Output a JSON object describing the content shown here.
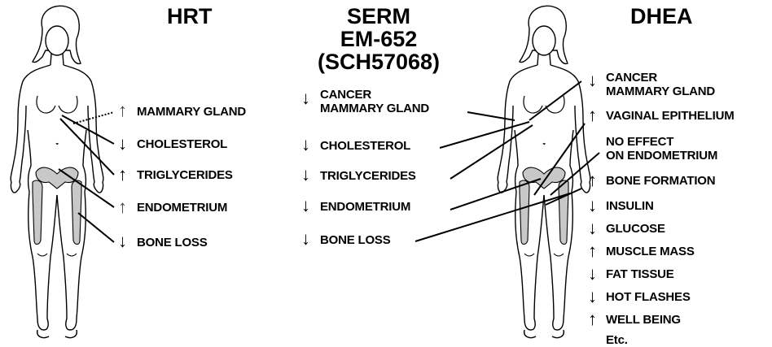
{
  "columns": {
    "hrt": {
      "title": "HRT",
      "effects": [
        {
          "arrow": "↑",
          "dotted": true,
          "text": "MAMMARY GLAND"
        },
        {
          "arrow": "↓",
          "dotted": false,
          "text": "CHOLESTEROL"
        },
        {
          "arrow": "↑",
          "dotted": false,
          "text": "TRIGLYCERIDES"
        },
        {
          "arrow": "↑",
          "dotted": true,
          "text": "ENDOMETRIUM"
        },
        {
          "arrow": "↓",
          "dotted": false,
          "text": "BONE LOSS"
        }
      ]
    },
    "serm": {
      "title_lines": [
        "SERM",
        "EM-652",
        "(SCH57068)"
      ],
      "effects": [
        {
          "arrow": "↓",
          "text": "CANCER\nMAMMARY GLAND"
        },
        {
          "arrow": "↓",
          "text": "CHOLESTEROL"
        },
        {
          "arrow": "↓",
          "text": "TRIGLYCERIDES"
        },
        {
          "arrow": "↓",
          "text": "ENDOMETRIUM"
        },
        {
          "arrow": "↓",
          "text": "BONE LOSS"
        }
      ]
    },
    "dhea": {
      "title": "DHEA",
      "effects": [
        {
          "arrow": "↓",
          "text": "CANCER\nMAMMARY GLAND"
        },
        {
          "arrow": "↑",
          "text": "VAGINAL EPITHELIUM"
        },
        {
          "arrow": "",
          "text": "NO EFFECT\nON ENDOMETRIUM"
        },
        {
          "arrow": "↑",
          "text": "BONE FORMATION"
        },
        {
          "arrow": "↓",
          "text": "INSULIN"
        },
        {
          "arrow": "↓",
          "text": "GLUCOSE"
        },
        {
          "arrow": "↑",
          "text": "MUSCLE MASS"
        },
        {
          "arrow": "↓",
          "text": "FAT TISSUE"
        },
        {
          "arrow": "↓",
          "text": "HOT FLASHES"
        },
        {
          "arrow": "↑",
          "text": "WELL BEING"
        },
        {
          "arrow": "",
          "text": "Etc."
        }
      ]
    }
  },
  "colors": {
    "ink": "#000000",
    "bone_fill": "#c8c8c8"
  },
  "icons": [
    "female-body-figure-icon",
    "up-arrow-icon",
    "down-arrow-icon"
  ]
}
